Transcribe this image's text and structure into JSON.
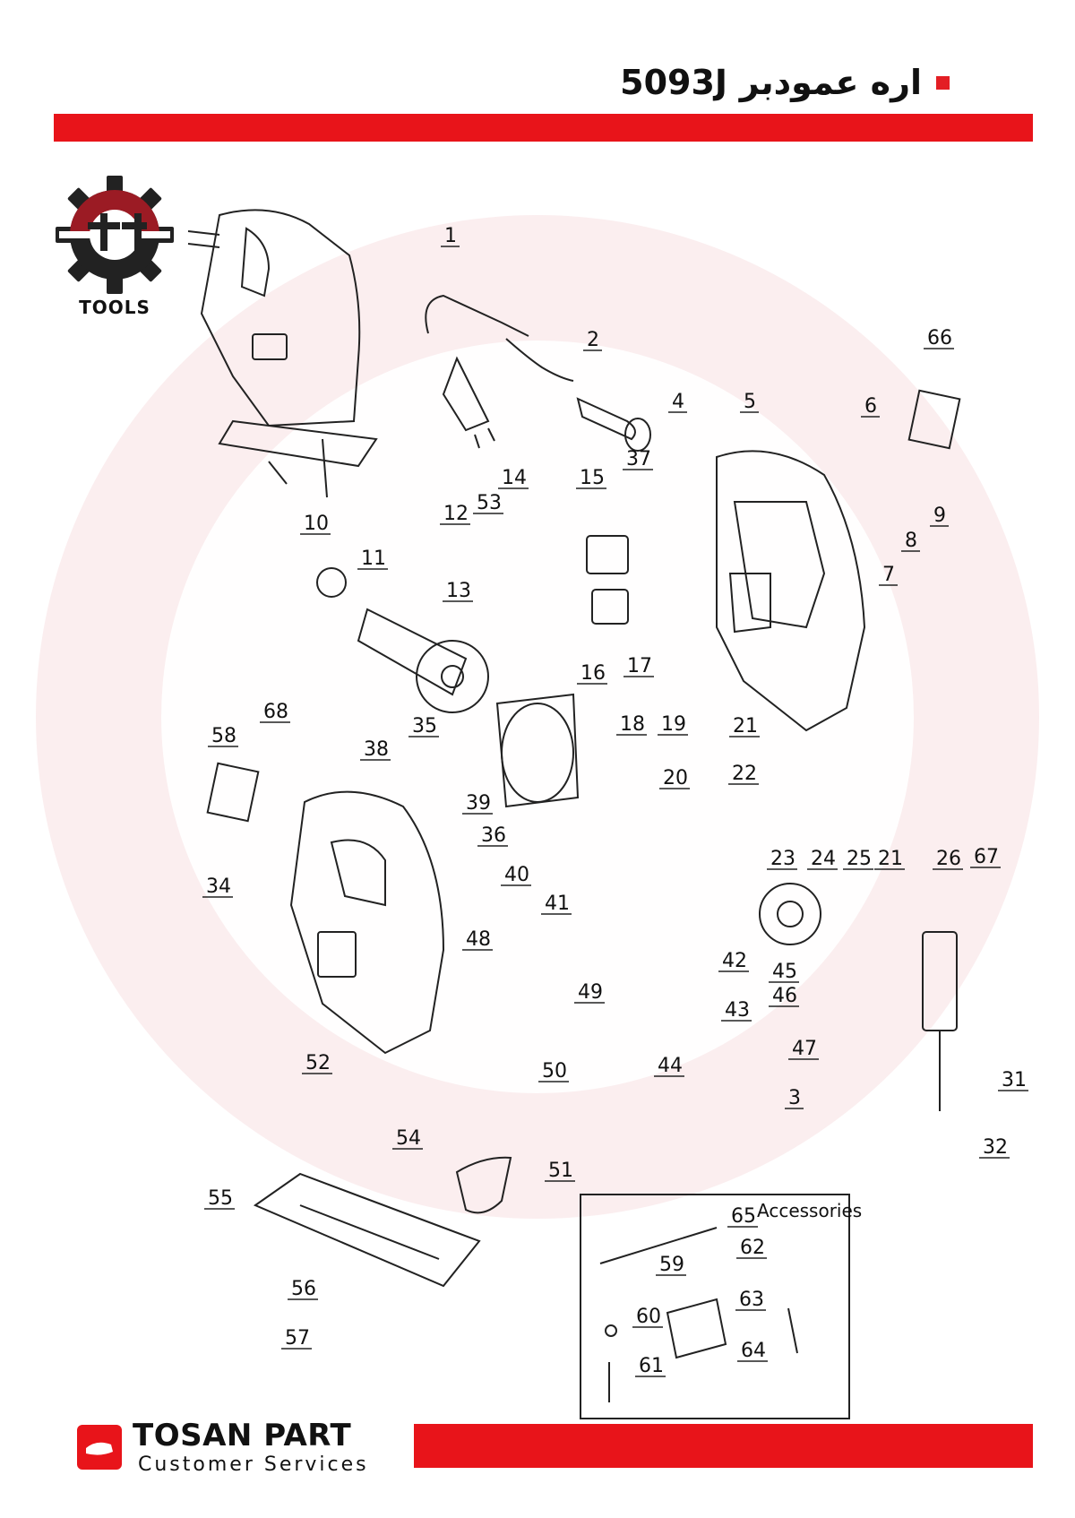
{
  "header": {
    "title": "اره عمودبر 5093J",
    "bullet_color": "#e31e24",
    "bar_color": "#e8141a"
  },
  "brand": {
    "logo_caption": "TOOLS",
    "logo_colors": {
      "primary": "#9b1b24",
      "secondary": "#222222"
    }
  },
  "diagram": {
    "part_numbers": [
      "1",
      "2",
      "3",
      "4",
      "5",
      "6",
      "7",
      "8",
      "9",
      "10",
      "11",
      "12",
      "13",
      "14",
      "15",
      "16",
      "17",
      "18",
      "19",
      "20",
      "21",
      "21",
      "22",
      "23",
      "24",
      "25",
      "26",
      "31",
      "32",
      "34",
      "35",
      "36",
      "37",
      "38",
      "39",
      "40",
      "41",
      "42",
      "43",
      "44",
      "45",
      "46",
      "47",
      "48",
      "49",
      "50",
      "51",
      "52",
      "53",
      "54",
      "55",
      "56",
      "57",
      "58",
      "59",
      "60",
      "61",
      "62",
      "63",
      "64",
      "65",
      "66",
      "67",
      "68"
    ],
    "accessories_title": "Accessories"
  },
  "footer": {
    "company": "TOSAN PART",
    "subtitle": "Customer Services",
    "bar_color": "#e8141a"
  }
}
